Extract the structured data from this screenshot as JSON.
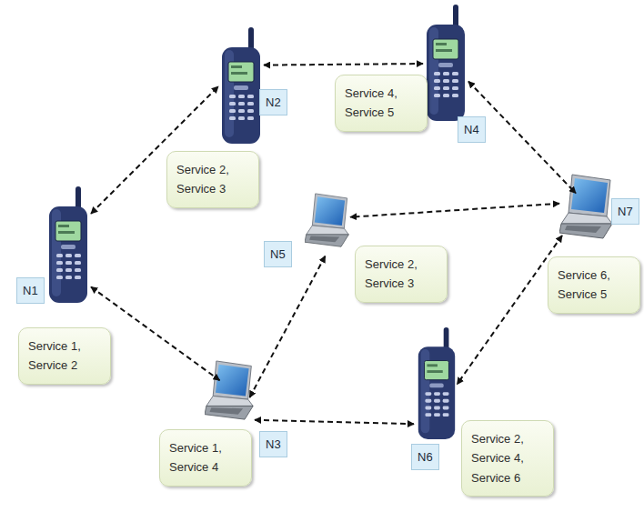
{
  "diagram": {
    "nodes": [
      {
        "text": [
          "N1",
          "Service 1, Service 2"
        ]
      },
      {
        "text": [
          "N2",
          "Service 2, Service 3"
        ]
      },
      {
        "text": [
          "N3",
          "Service 1, Service 4"
        ]
      },
      {
        "text": [
          "N4",
          "Service 4, Service 5"
        ]
      },
      {
        "text": [
          "N5",
          "Service 2, Service 3"
        ]
      },
      {
        "text": [
          "N6",
          "Service 2, Service 4, Service 6"
        ]
      },
      {
        "text": [
          "N7",
          "Service 6, Service 5"
        ]
      }
    ],
    "edges": [
      {
        "from": 0,
        "to": 1,
        "arrow": "both"
      },
      {
        "from": 1,
        "to": 3,
        "arrow": "both"
      },
      {
        "from": 3,
        "to": 6,
        "arrow": "both"
      },
      {
        "from": 0,
        "to": 2,
        "arrow": "both"
      },
      {
        "from": 2,
        "to": 4,
        "arrow": "both"
      },
      {
        "from": 2,
        "to": 5,
        "arrow": "both"
      },
      {
        "from": 6,
        "to": 4,
        "arrow": "both"
      },
      {
        "from": 6,
        "to": 5,
        "arrow": "both"
      }
    ]
  }
}
